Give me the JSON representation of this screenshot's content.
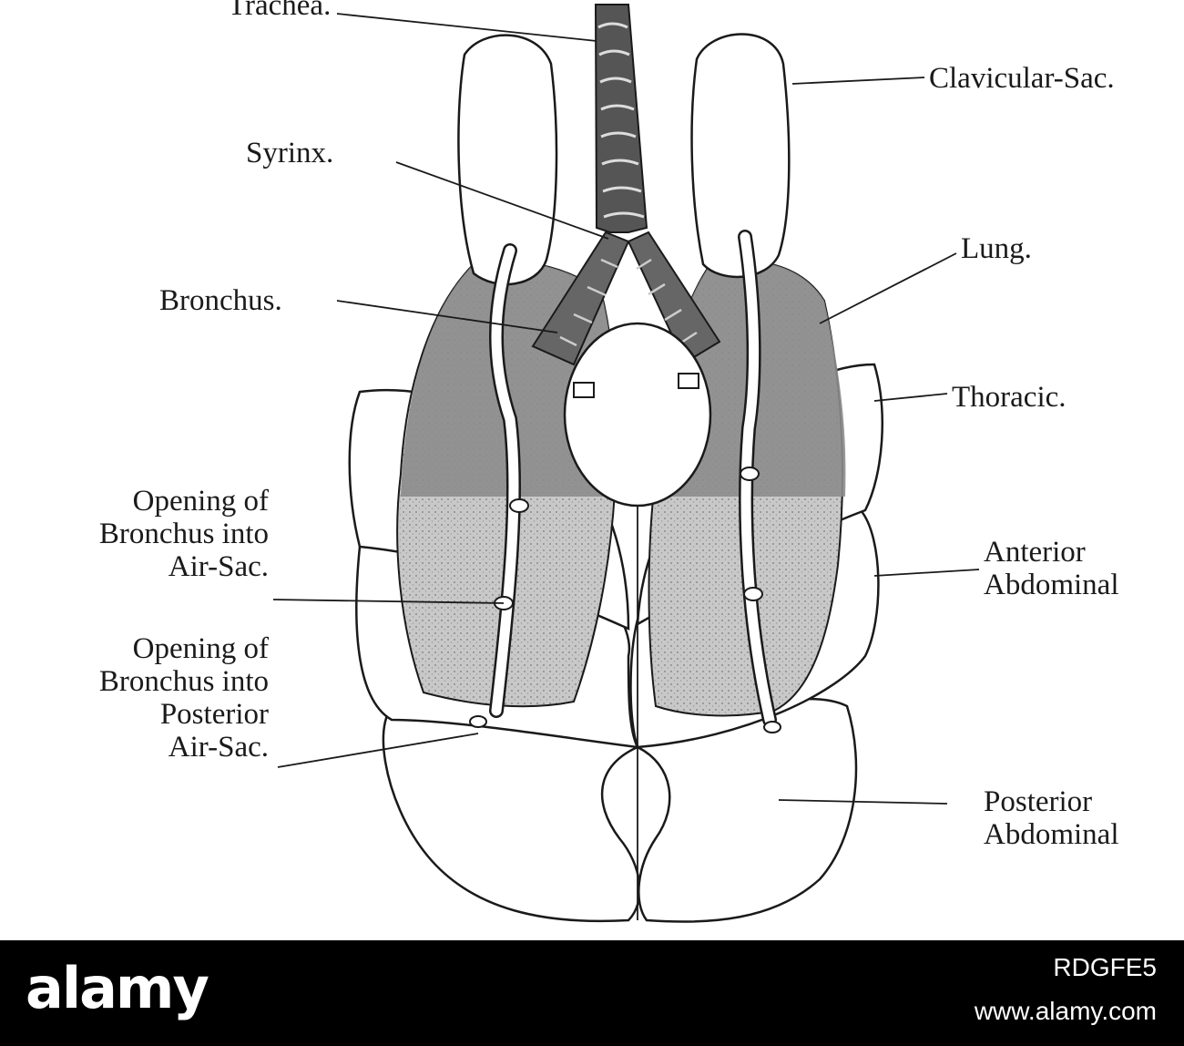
{
  "figure": {
    "labels": {
      "trachea": "Trachea.",
      "clavicular_sac": "Clavicular-Sac.",
      "syrinx": "Syrinx.",
      "lung": "Lung.",
      "bronchus": "Bronchus.",
      "thoracic": "Thoracic.",
      "opening_air_sac": [
        "Opening of",
        "Bronchus into",
        "Air-Sac."
      ],
      "anterior_abdominal": [
        "Anterior",
        "Abdominal"
      ],
      "opening_posterior_air_sac": [
        "Opening of",
        "Bronchus into",
        "Posterior",
        "Air-Sac."
      ],
      "posterior_abdominal": [
        "Posterior",
        "Abdominal"
      ]
    },
    "colors": {
      "ink": "#1a1a1a",
      "lung_fill": "#8c8c8c",
      "lung_lower_fill": "#c4c4c4"
    }
  },
  "footer": {
    "brand": "alamy",
    "image_id": "RDGFE5",
    "site": "www.alamy.com"
  }
}
